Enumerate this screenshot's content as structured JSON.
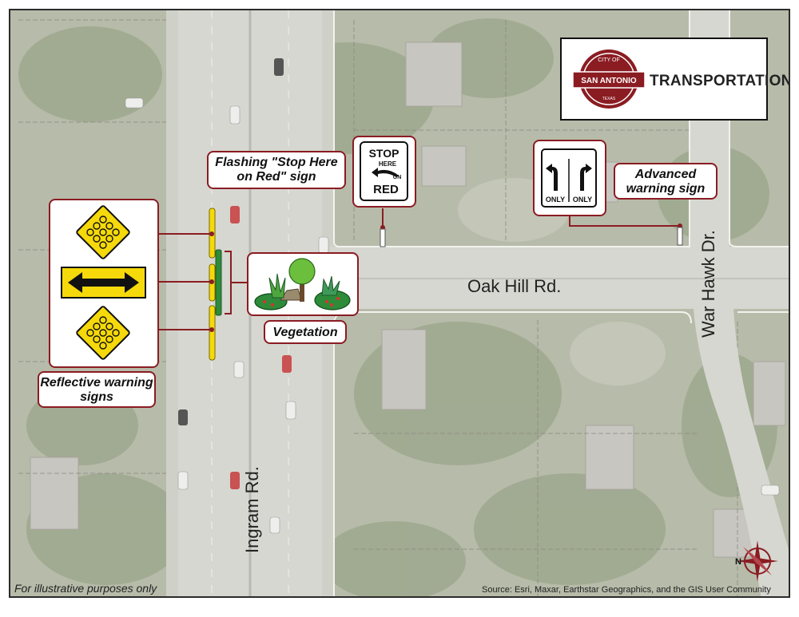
{
  "logo": {
    "seal_top": "CITY OF",
    "seal_name": "SAN ANTONIO",
    "seal_bottom": "TEXAS",
    "department": "TRANSPORTATION"
  },
  "roads": {
    "oak_hill": "Oak Hill Rd.",
    "ingram": "Ingram Rd.",
    "war_hawk": "War Hawk Dr."
  },
  "callouts": {
    "flashing_sign": "Flashing \"Stop Here on Red\" sign",
    "advanced_sign": "Advanced warning sign",
    "vegetation": "Vegetation",
    "reflective": "Reflective warning signs"
  },
  "stop_sign": {
    "line1": "STOP",
    "line2": "HERE",
    "line3": "ON",
    "line4": "RED"
  },
  "lane_sign": {
    "left": "ONLY",
    "right": "ONLY"
  },
  "footer": {
    "note": "For illustrative purposes only",
    "source": "Source: Esri, Maxar, Earthstar Geographics, and the GIS User Community"
  },
  "compass": {
    "north_letter": "N"
  },
  "colors": {
    "accent": "#8a1c22",
    "warning_yellow": "#f5d90a",
    "vegetation_green": "#2e8b3a"
  }
}
